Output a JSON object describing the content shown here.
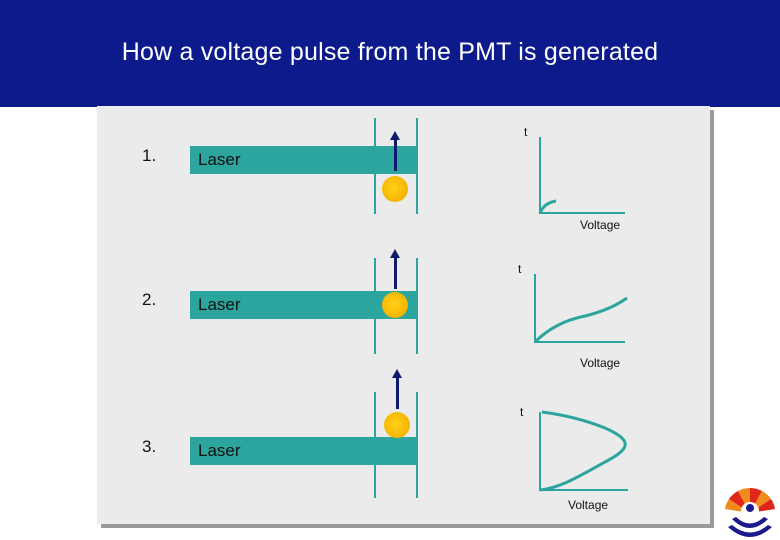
{
  "title": "How a voltage pulse from the PMT is generated",
  "colors": {
    "header": "#0d1a8c",
    "panel": "#ebebeb",
    "laser": "#2ba59d",
    "cell": "#f5b400",
    "arrow": "#0d1a6e",
    "trace": "#2ba59d"
  },
  "steps": [
    {
      "number": "1.",
      "laser_label": "Laser",
      "t_label": "t",
      "voltage_label": "Voltage"
    },
    {
      "number": "2.",
      "laser_label": "Laser",
      "t_label": "t",
      "voltage_label": "Voltage"
    },
    {
      "number": "3.",
      "laser_label": "Laser",
      "t_label": "t",
      "voltage_label": "Voltage"
    }
  ],
  "logo": {
    "icon": "sunburst-figure-logo"
  }
}
